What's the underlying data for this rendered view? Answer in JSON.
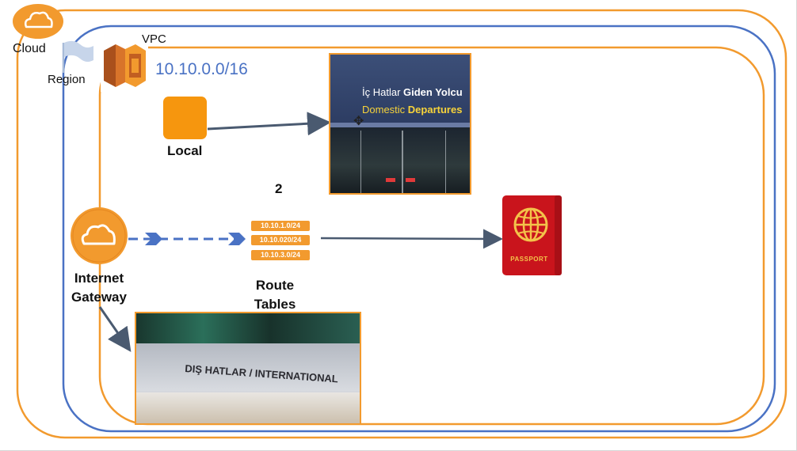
{
  "labels": {
    "cloud": "Cloud",
    "region": "Region",
    "vpc": "VPC",
    "vpc_cidr": "10.10.0.0/16",
    "local": "Local",
    "step_number": "2",
    "internet_gateway": "Internet\nGateway",
    "route_tables": "Route\nTables"
  },
  "route_entries": [
    "10.10.1.0/24",
    "10.10.020/24",
    "10.10.3.0/24"
  ],
  "photos": {
    "domestic": {
      "line1a": "İç Hatlar ",
      "line1b": "Giden Yolcu",
      "line2a": "Domestic ",
      "line2b": "Departures"
    },
    "international": {
      "sign": "DIŞ HATLAR / INTERNATIONAL"
    }
  },
  "passport_label": "PASSPORT",
  "colors": {
    "orange": "#f29a2e",
    "blue": "#4a72c4",
    "cidr_text": "#4a72c4",
    "arrow": "#4a5a70",
    "passport": "#c9141c",
    "route_box": "#f29a2e"
  }
}
